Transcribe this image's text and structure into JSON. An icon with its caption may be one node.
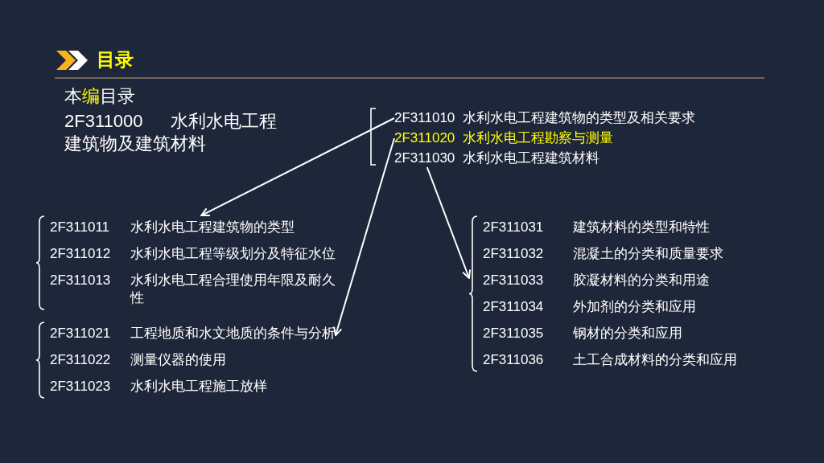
{
  "diagram": {
    "title": "目录",
    "nodes": [
      {
        "text": [
          "2F311010",
          "水利水电工程建筑物的类型及相关要求"
        ]
      },
      {
        "text": [
          "2F311020",
          "水利水电工程勘察与测量"
        ]
      },
      {
        "text": [
          "2F311030",
          "水利水电工程建筑材料"
        ]
      },
      {
        "text": [
          "2F311011",
          "水利水电工程建筑物的类型",
          "2F311012",
          "水利水电工程等级划分及特征水位",
          "2F311013",
          "水利水电工程合理使用年限及耐久性"
        ]
      },
      {
        "text": [
          "2F311021",
          "工程地质和水文地质的条件与分析",
          "2F311022",
          "测量仪器的使用",
          "2F311023",
          "水利水电工程施工放样"
        ]
      },
      {
        "text": [
          "2F311031",
          "建筑材料的类型和特性",
          "2F311032",
          "混凝土的分类和质量要求",
          "2F311033",
          "胶凝材料的分类和用途",
          "2F311034",
          "外加剂的分类和应用",
          "2F311035",
          "钢材的分类和应用",
          "2F311036",
          "土工合成材料的分类和应用"
        ]
      }
    ],
    "edges": [
      {
        "from": 0,
        "to": 3,
        "arrow": "to"
      },
      {
        "from": 1,
        "to": 4,
        "arrow": "to"
      },
      {
        "from": 2,
        "to": 5,
        "arrow": "to"
      }
    ],
    "labels": [
      "本编目录",
      "2F311000 水利水电工程建筑物及建筑材料"
    ]
  }
}
